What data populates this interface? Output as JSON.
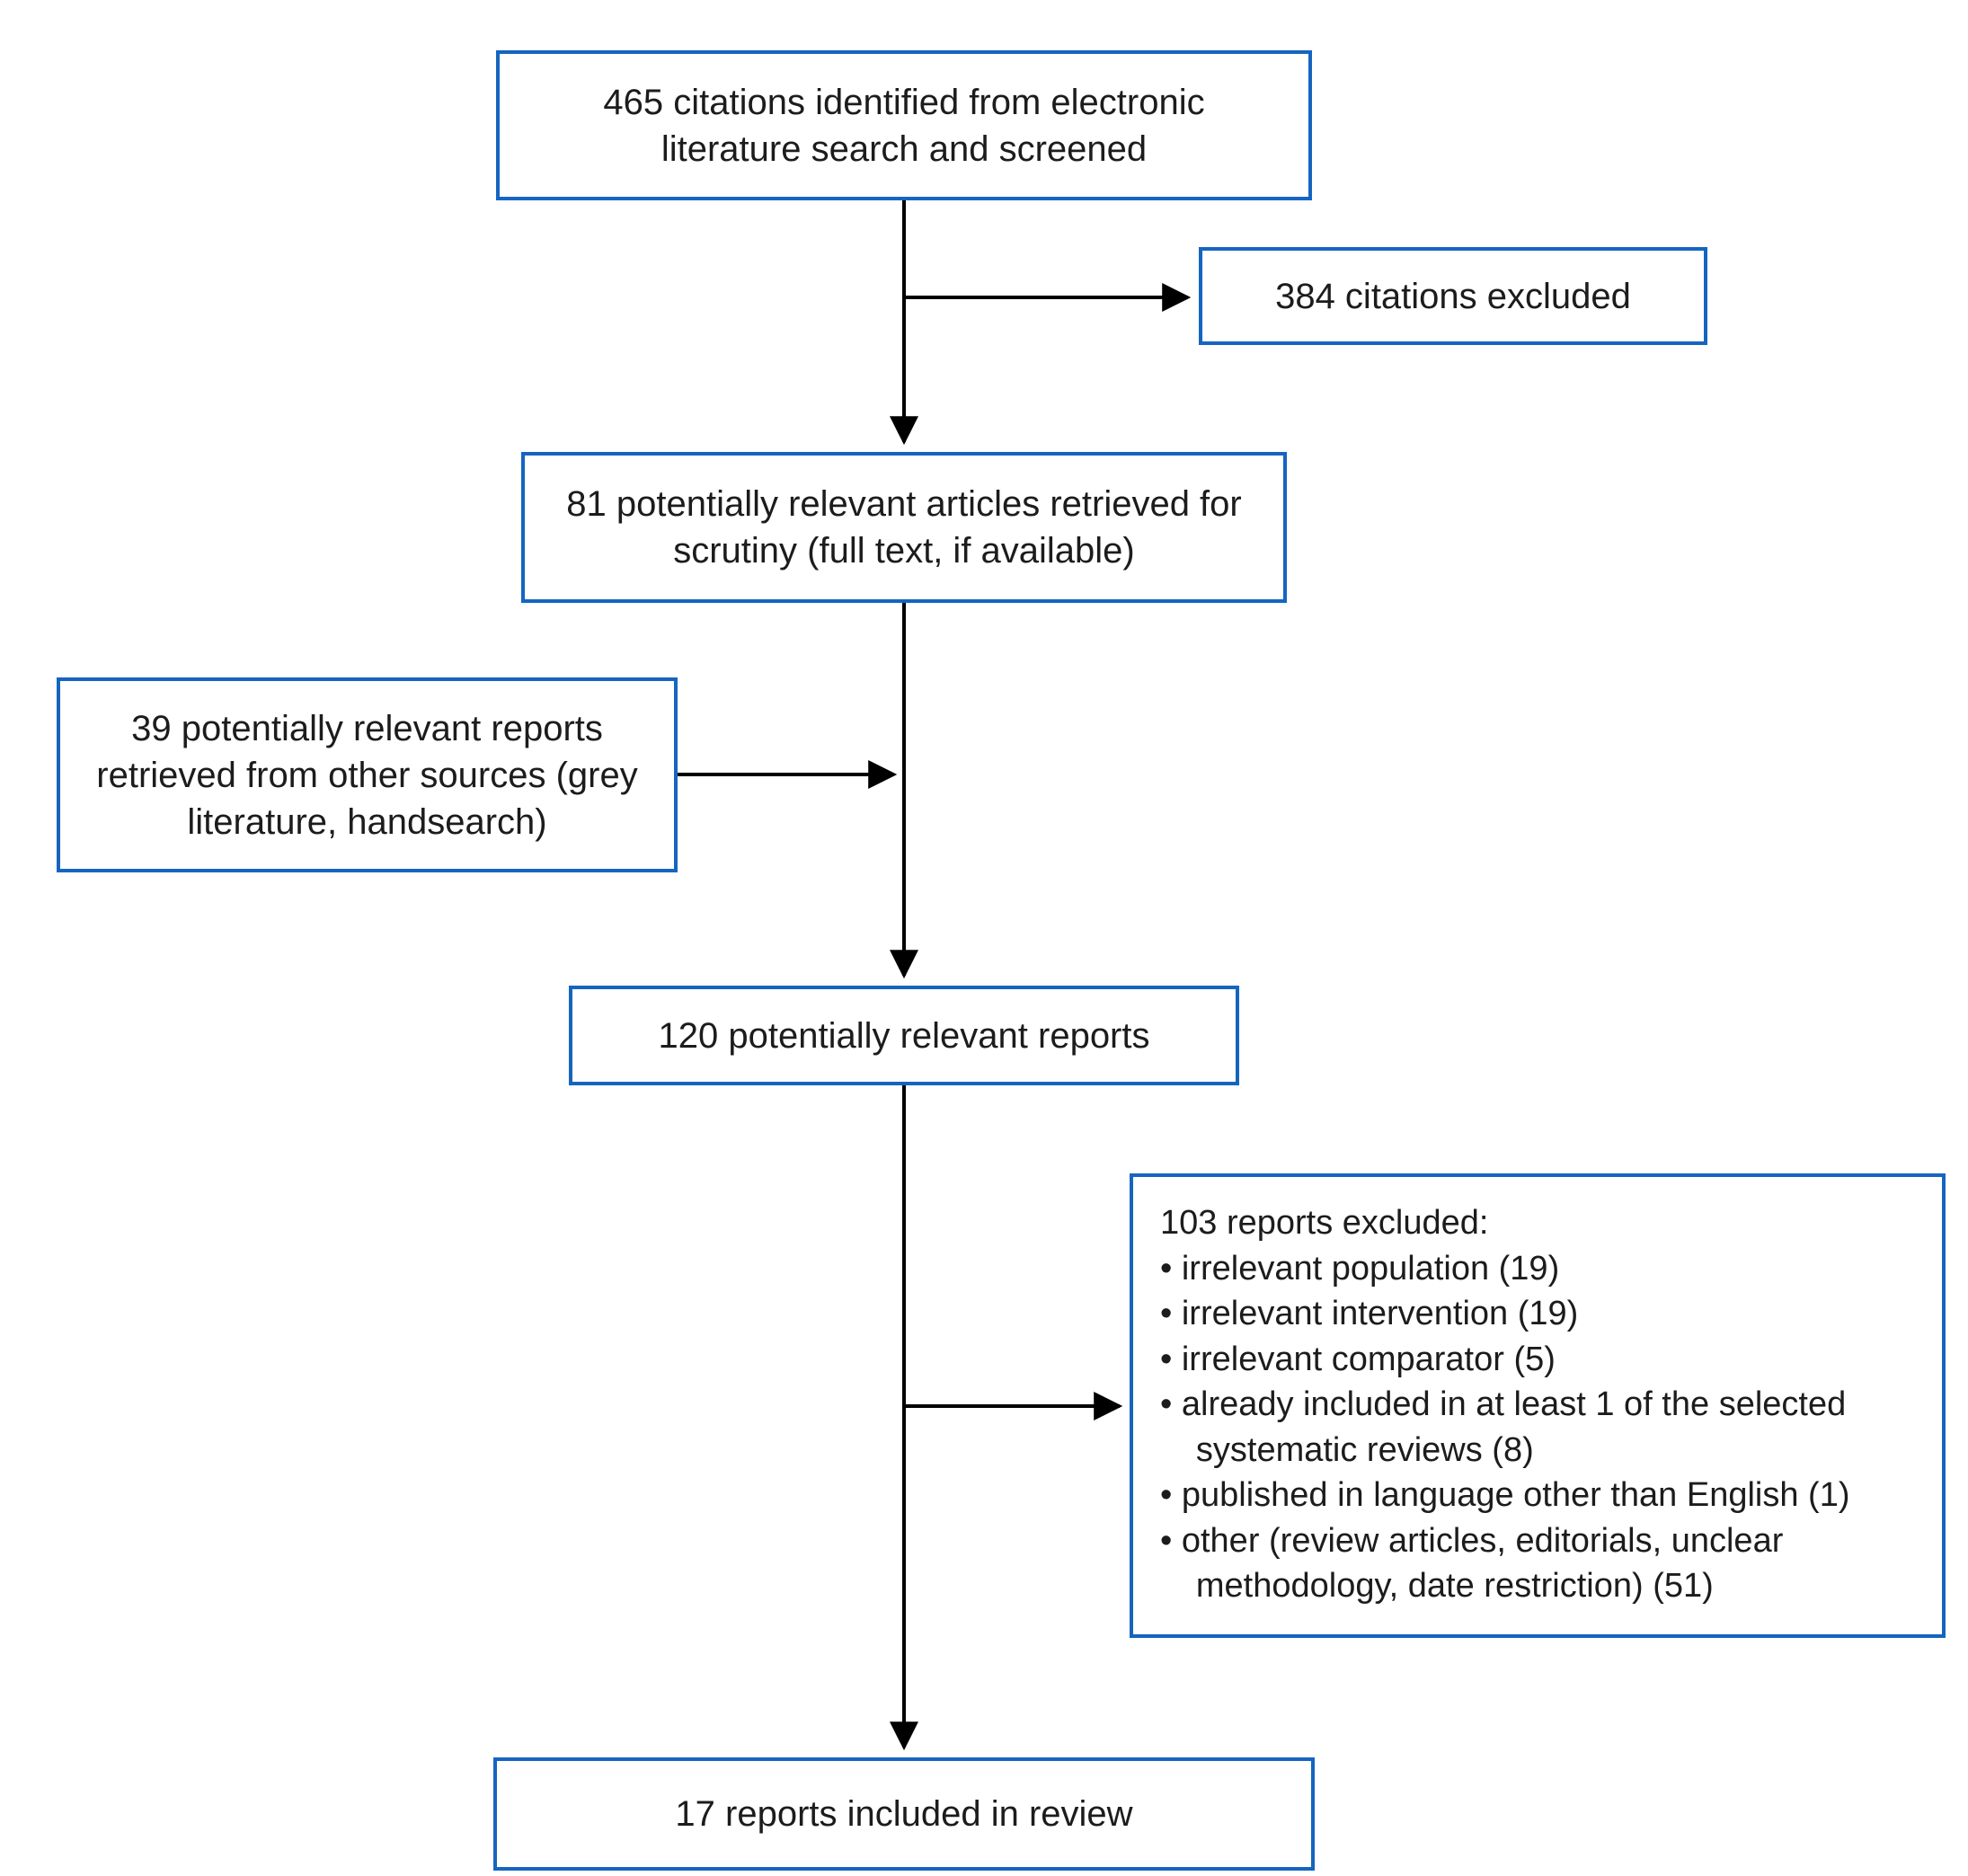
{
  "colors": {
    "border": "#1565c0",
    "text": "#1c1c1c",
    "arrow": "#000000"
  },
  "boxes": {
    "identified": {
      "text": "465 citations identified from electronic literature search and screened"
    },
    "excluded_citations": {
      "text": "384 citations excluded"
    },
    "retrieved": {
      "text": "81 potentially relevant articles retrieved for scrutiny (full text, if available)"
    },
    "other_sources": {
      "text": "39 potentially relevant reports retrieved from other sources (grey literature, handsearch)"
    },
    "combined": {
      "text": "120 potentially relevant reports"
    },
    "excluded_reports": {
      "title": "103 reports excluded:",
      "items": [
        "irrelevant population (19)",
        "irrelevant intervention (19)",
        "irrelevant comparator (5)",
        "already included in at least 1 of the selected systematic reviews (8)",
        "published in language other than English (1)",
        "other (review articles, editorials, unclear methodology, date restriction) (51)"
      ]
    },
    "included": {
      "text": "17 reports included in review"
    }
  }
}
